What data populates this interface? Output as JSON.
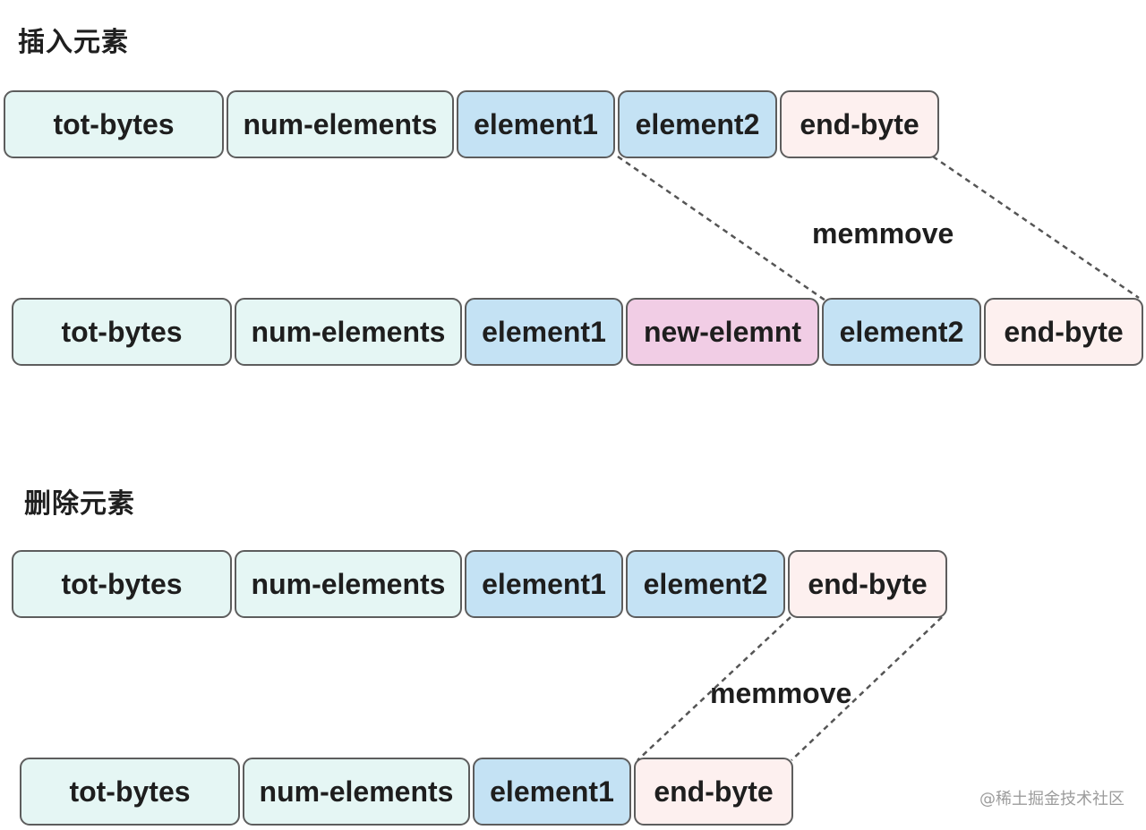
{
  "insert": {
    "title": "插入元素",
    "before": [
      "tot-bytes",
      "num-elements",
      "element1",
      "element2",
      "end-byte"
    ],
    "after": [
      "tot-bytes",
      "num-elements",
      "element1",
      "new-elemnt",
      "element2",
      "end-byte"
    ],
    "memmove_label": "memmove"
  },
  "delete": {
    "title": "删除元素",
    "before": [
      "tot-bytes",
      "num-elements",
      "element1",
      "element2",
      "end-byte"
    ],
    "after": [
      "tot-bytes",
      "num-elements",
      "element1",
      "end-byte"
    ],
    "memmove_label": "memmove"
  },
  "watermark": "@稀土掘金技术社区",
  "colors": {
    "header_fields": "#e5f6f4",
    "element": "#c4e2f4",
    "end_byte": "#fdf0ef",
    "new_element": "#f1cde5",
    "border": "#5d5d5d"
  }
}
